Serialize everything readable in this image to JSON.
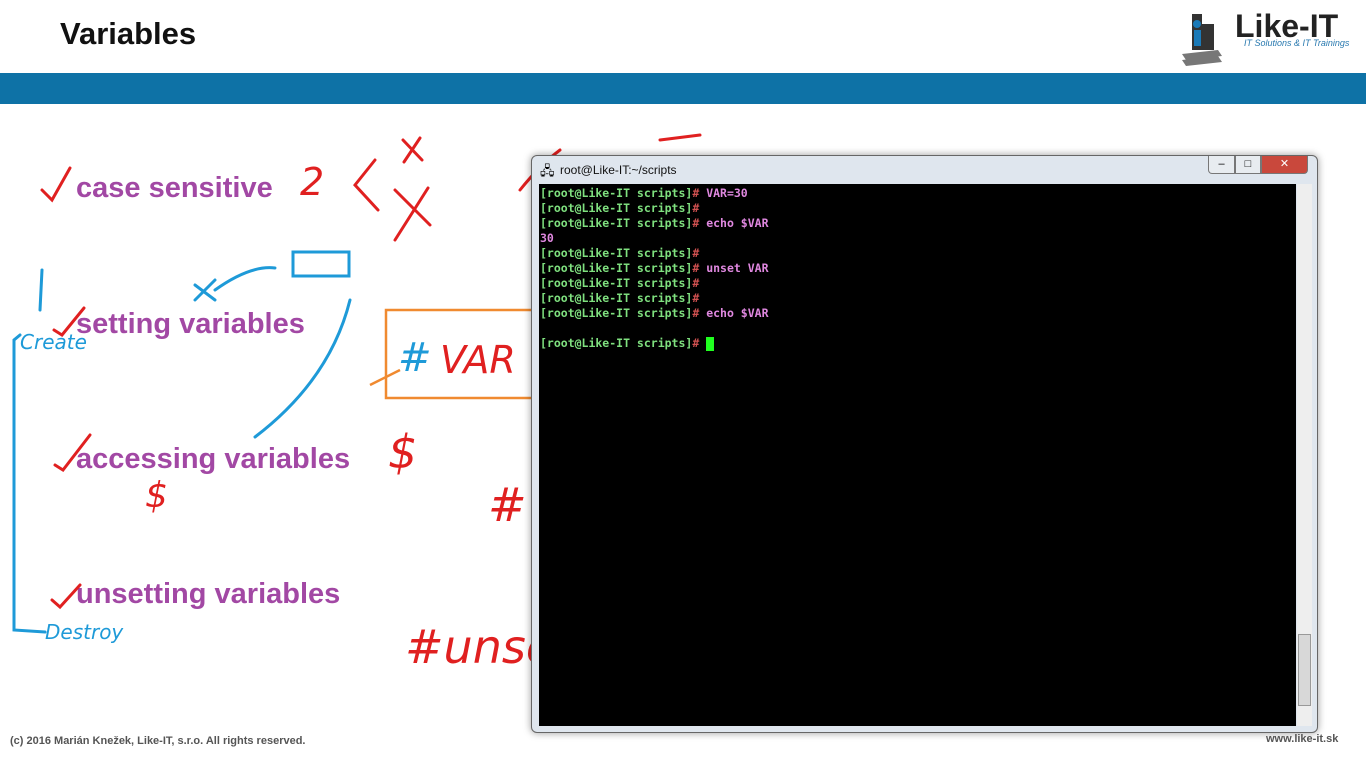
{
  "slide": {
    "title": "Variables",
    "footer": "(c) 2016 Marián Knežek, Like-IT, s.r.o. All rights reserved.",
    "website": "www.like-it.sk"
  },
  "logo": {
    "name": "Like-IT",
    "tagline": "IT Solutions & IT Trainings"
  },
  "bullets": [
    "case sensitive",
    "setting variables",
    "accessing variables",
    "unsetting variables"
  ],
  "annotations": {
    "number": "2",
    "create": "Create",
    "destroy": "Destroy",
    "var": "VAR",
    "dollar": "$",
    "hash": "#",
    "unset": "#unse"
  },
  "terminal": {
    "title": "root@Like-IT:~/scripts",
    "prompt": "[root@Like-IT scripts]",
    "hash": "#",
    "lines": [
      {
        "cmd": " VAR=30"
      },
      {
        "cmd": ""
      },
      {
        "cmd": " echo $VAR"
      },
      {
        "out": "30"
      },
      {
        "cmd": ""
      },
      {
        "cmd": " unset VAR"
      },
      {
        "cmd": ""
      },
      {
        "cmd": ""
      },
      {
        "cmd": " echo $VAR"
      },
      {
        "out": ""
      },
      {
        "cmd": " ",
        "cursor": true
      }
    ],
    "buttons": {
      "minimize": "–",
      "maximize": "□",
      "close": "✕"
    }
  },
  "colors": {
    "band": "#0e72a6",
    "bullet": "#a248a4",
    "prompt": "#7fe07f",
    "command": "#e088e0"
  }
}
